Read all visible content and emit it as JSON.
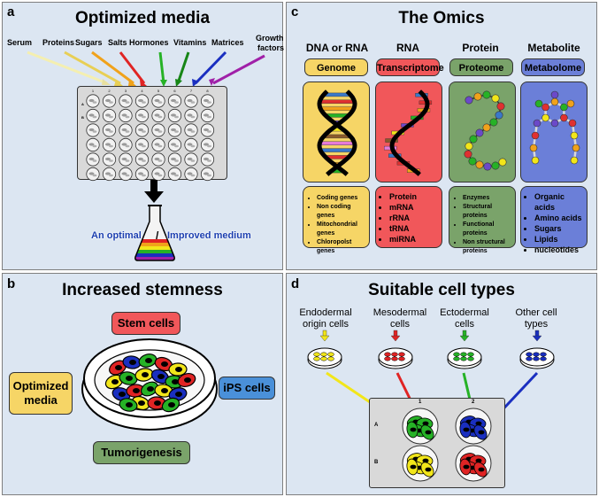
{
  "panel_a": {
    "letter": "a",
    "title": "Optimized media",
    "ingredients": [
      "Serum",
      "Proteins",
      "Sugars",
      "Salts",
      "Hormones",
      "Vitamins",
      "Matrices"
    ],
    "growth_line1": "Growth",
    "growth_line2": "factors",
    "plate_columns": [
      "1",
      "2",
      "3",
      "4",
      "5",
      "6",
      "7",
      "8"
    ],
    "plate_rows": [
      "A",
      "B"
    ],
    "result_left": "An optimal",
    "result_sep": "/",
    "result_right": "Improved medium",
    "colors": {
      "serum": "#fefde8",
      "proteins": "#f6e99a",
      "sugars": "#f0a21b",
      "salts": "#e02424",
      "hormones": "#26b226",
      "vitamins": "#178617",
      "matrices": "#1a2fc0",
      "growth": "#a020a8"
    }
  },
  "panel_b": {
    "letter": "b",
    "title": "Increased stemness",
    "stem_cells": "Stem cells",
    "optimized_line1": "Optimized",
    "optimized_line2": "media",
    "ips_cells": "iPS cells",
    "tumorigenesis": "Tumorigenesis"
  },
  "panel_c": {
    "letter": "c",
    "title": "The Omics",
    "columns": [
      {
        "header": "DNA or RNA",
        "tag": "Genome",
        "color": "#f6d566",
        "items": [
          "Coding genes",
          "Non coding genes",
          "Mitochondrial genes",
          "Chloropolst genes"
        ]
      },
      {
        "header": "RNA",
        "tag": "Transcriptome",
        "color": "#f1575a",
        "items": [
          "Protein",
          "mRNA",
          "rRNA",
          "tRNA",
          "miRNA"
        ]
      },
      {
        "header": "Protein",
        "tag": "Proteome",
        "color": "#7aa36a",
        "items": [
          "Enzymes",
          "Structural proteins",
          "Functional proteins",
          "Non structural proteins"
        ]
      },
      {
        "header": "Metabolite",
        "tag": "Metabolome",
        "color": "#6b7fd8",
        "items": [
          "Organic acids",
          "Amino acids",
          "Sugars",
          "Lipids",
          "nucleotides"
        ]
      }
    ]
  },
  "panel_d": {
    "letter": "d",
    "title": "Suitable cell types",
    "cell_types": [
      {
        "line1": "Endodermal",
        "line2": "origin cells",
        "color": "#f2e61a"
      },
      {
        "line1": "Mesodermal",
        "line2": "cells",
        "color": "#e02424"
      },
      {
        "line1": "Ectodermal",
        "line2": "cells",
        "color": "#26b226"
      },
      {
        "line1": "Other cell",
        "line2": "types",
        "color": "#1a2fc0"
      }
    ],
    "plate_columns": [
      "1",
      "2"
    ],
    "plate_rows": [
      "A",
      "B"
    ]
  }
}
